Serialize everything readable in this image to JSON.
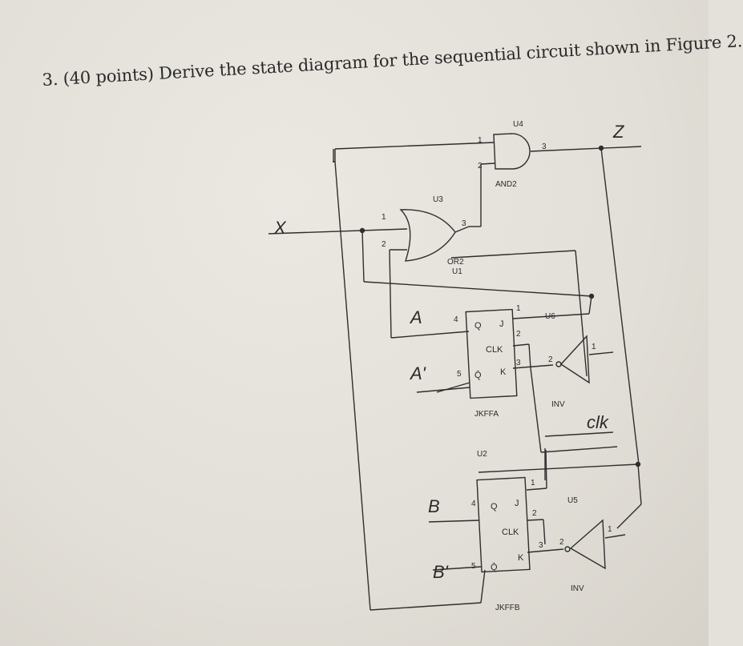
{
  "question": {
    "text": "3. (40 points) Derive the state diagram for the sequential circuit shown in Figure 2."
  },
  "circuit": {
    "input_label": "X",
    "output_label": "Z",
    "clock_label": "clk",
    "gates": {
      "and_ref": "U4",
      "and_type": "AND2",
      "or_ref": "U3",
      "or_type": "OR2",
      "or_sub": "U1",
      "inv_a_ref": "U6",
      "inv_a_type": "INV",
      "inv_b_ref": "U5",
      "inv_b_type": "INV"
    },
    "flipflops": {
      "a_type": "JKFFA",
      "a_ref": "U2",
      "b_type": "JKFFB",
      "q_label": "Q",
      "qbar_label": "Q̄",
      "j_label": "J",
      "k_label": "K",
      "clk_label": "CLK"
    },
    "state_labels": {
      "a": "A",
      "a_bar": "A'",
      "b": "B",
      "b_bar": "B'"
    },
    "pins": {
      "p1": "1",
      "p2": "2",
      "p3": "3",
      "p4": "4",
      "p5": "5"
    }
  }
}
